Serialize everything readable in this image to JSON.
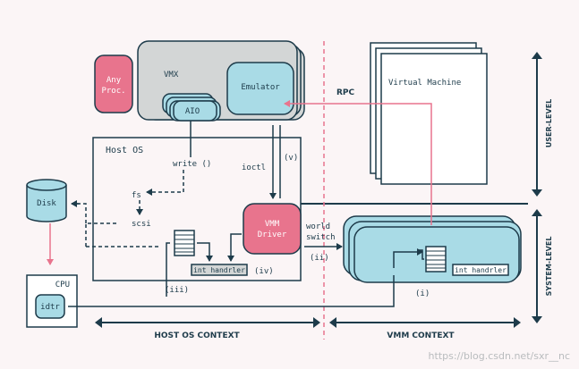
{
  "diagram": {
    "any_proc": [
      "Any",
      "Proc."
    ],
    "vmx": "VMX",
    "aio": "AIO",
    "emulator": "Emulator",
    "rpc": "RPC",
    "virtual_machine": "Virtual Machine",
    "host_os": "Host OS",
    "write": "write ()",
    "fs": "fs",
    "scsi": "scsi",
    "ioctl": "ioctl",
    "v_label": "(v)",
    "vmm_driver": [
      "VMM",
      "Driver"
    ],
    "world_switch": [
      "world",
      "switch"
    ],
    "ii_label": "(ii)",
    "iii_label": "(iii)",
    "iv_label": "(iv)",
    "i_label": "(i)",
    "int_handler_host": "int handrler",
    "int_handler_vmm": "int handrler",
    "disk": "Disk",
    "cpu": "CPU",
    "idtr": "idtr",
    "user_level": "USER-LEVEL",
    "system_level": "SYSTEM-LEVEL",
    "host_os_context": "HOST OS CONTEXT",
    "vmm_context": "VMM CONTEXT",
    "watermark": "https://blog.csdn.net/sxr__nc"
  },
  "colors": {
    "pink": "#e8748d",
    "blue": "#a9dbe6",
    "gray": "#d3d6d6",
    "navy": "#1d3b4a",
    "arrow_pink": "#e8748d"
  }
}
